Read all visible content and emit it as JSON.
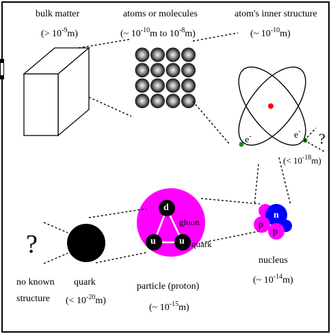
{
  "stages": {
    "bulk_matter": {
      "label": "bulk matter",
      "size_prefix": "(> 10",
      "size_exp": "-9",
      "size_unit": "m)"
    },
    "atoms_molecules": {
      "label": "atoms or molecules",
      "size_prefix": "(~ 10",
      "size_exp": "-10",
      "size_mid": "m to 10",
      "size_exp2": "-8",
      "size_unit": "m)"
    },
    "atom_inner_structure": {
      "label": "atom's inner structure",
      "size_prefix": "(~ 10",
      "size_exp": "-10",
      "size_unit": "m)"
    },
    "electron": {
      "label": "e",
      "sup": "-",
      "size_prefix": "(< 10",
      "size_exp": "-18",
      "size_unit": "m)",
      "unknown": "?"
    },
    "nucleus": {
      "label": "nucleus",
      "size_prefix": "(~ 10",
      "size_exp": "-14",
      "size_unit": "m)",
      "proton": "p",
      "neutron": "n"
    },
    "proton": {
      "label": "particle (proton)",
      "size_prefix": "(~ 10",
      "size_exp": "-15",
      "size_unit": "m)",
      "quark_d": "d",
      "quark_u": "u",
      "gluon_label": "gluon",
      "quark_label": "quark"
    },
    "quark": {
      "label": "quark",
      "size_prefix": "(< 10",
      "size_exp": "-20",
      "size_unit": "m)"
    },
    "no_known_structure": {
      "line1": "no known",
      "line2": "structure",
      "unknown": "?"
    }
  },
  "colors": {
    "proton_fill": "#ff00ff",
    "neutron_fill": "#0000ff",
    "electron_fill": "#1a8a1a",
    "nucleus_dot": "#ff0000",
    "quark_fill": "#000000"
  }
}
